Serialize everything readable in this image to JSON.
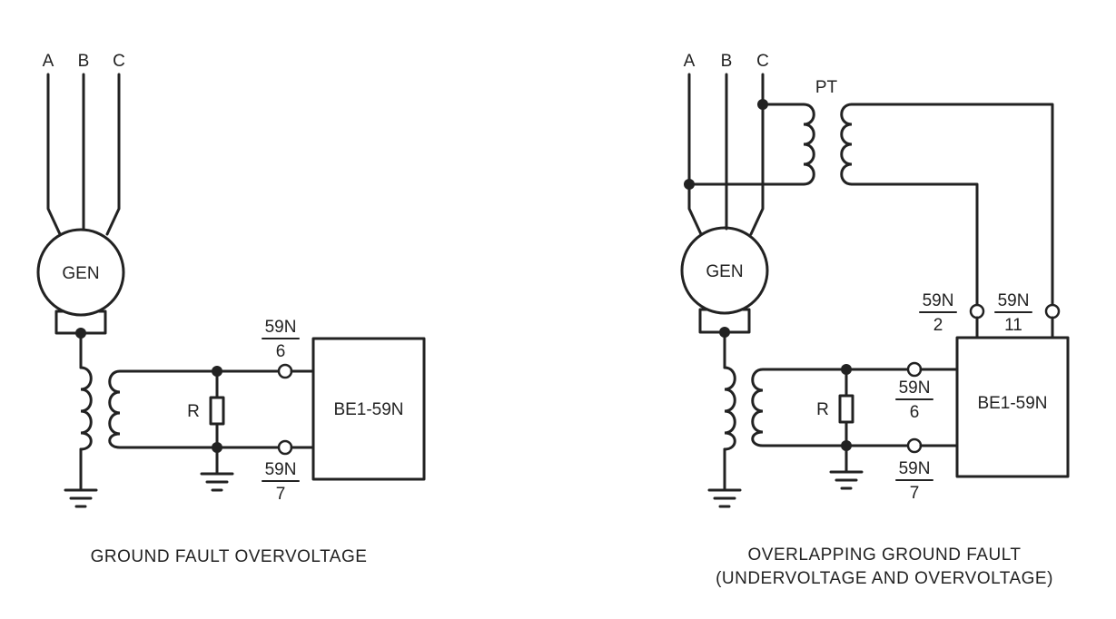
{
  "left": {
    "phases": [
      "A",
      "B",
      "C"
    ],
    "gen": "GEN",
    "resistor": "R",
    "relay": "BE1-59N",
    "term_top": {
      "name": "59N",
      "num": "6"
    },
    "term_bottom": {
      "name": "59N",
      "num": "7"
    },
    "caption": "GROUND FAULT OVERVOLTAGE"
  },
  "right": {
    "phases": [
      "A",
      "B",
      "C"
    ],
    "pt": "PT",
    "gen": "GEN",
    "resistor": "R",
    "relay": "BE1-59N",
    "term_pt_left": {
      "name": "59N",
      "num": "2"
    },
    "term_pt_right": {
      "name": "59N",
      "num": "11"
    },
    "term_top": {
      "name": "59N",
      "num": "6"
    },
    "term_bottom": {
      "name": "59N",
      "num": "7"
    },
    "caption_line1": "OVERLAPPING GROUND FAULT",
    "caption_line2": "(UNDERVOLTAGE AND OVERVOLTAGE)"
  }
}
